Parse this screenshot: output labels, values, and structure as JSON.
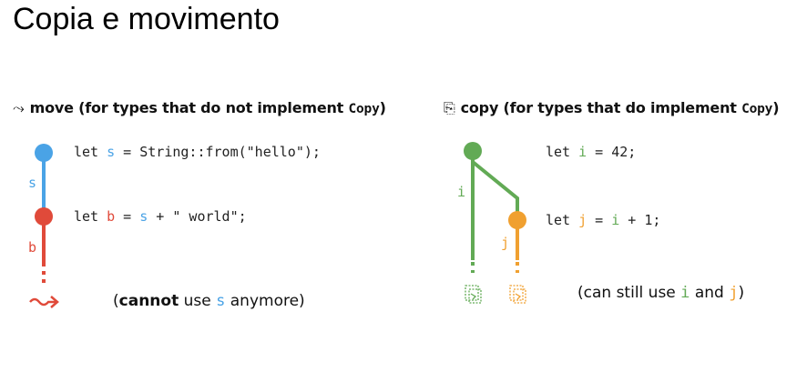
{
  "title": "Copia e movimento",
  "colors": {
    "blue": "#4aa3e6",
    "red": "#e04a3a",
    "green": "#62aa55",
    "orange": "#f0a030"
  },
  "move": {
    "icon": "wavy-arrow-icon",
    "heading_symbol": "⤳",
    "heading_text": "move (for types that do not implement ",
    "heading_code": "Copy",
    "heading_close": ")",
    "line1": {
      "pre": "let ",
      "var": "s",
      "post": " = String::from(\"hello\");"
    },
    "line2": {
      "pre": "let ",
      "var": "b",
      "mid": " = ",
      "var2": "s",
      "post": " + \" world\";"
    },
    "label_s": "s",
    "label_b": "b",
    "note": {
      "open": "(",
      "bold": "cannot",
      "mid": " use ",
      "var": "s",
      "close": " anymore)"
    }
  },
  "copy": {
    "icon": "copy-icon",
    "heading_symbol": "⎘",
    "heading_text": "copy (for types that do implement ",
    "heading_code": "Copy",
    "heading_close": ")",
    "line1": {
      "pre": "let ",
      "var": "i",
      "post": " = 42;"
    },
    "line2": {
      "pre": "let ",
      "var": "j",
      "mid": " = ",
      "var2": "i",
      "post": " + 1;"
    },
    "label_i": "i",
    "label_j": "j",
    "note": {
      "pre": "(can still use ",
      "var1": "i",
      "mid": " and ",
      "var2": "j",
      "close": ")"
    }
  }
}
